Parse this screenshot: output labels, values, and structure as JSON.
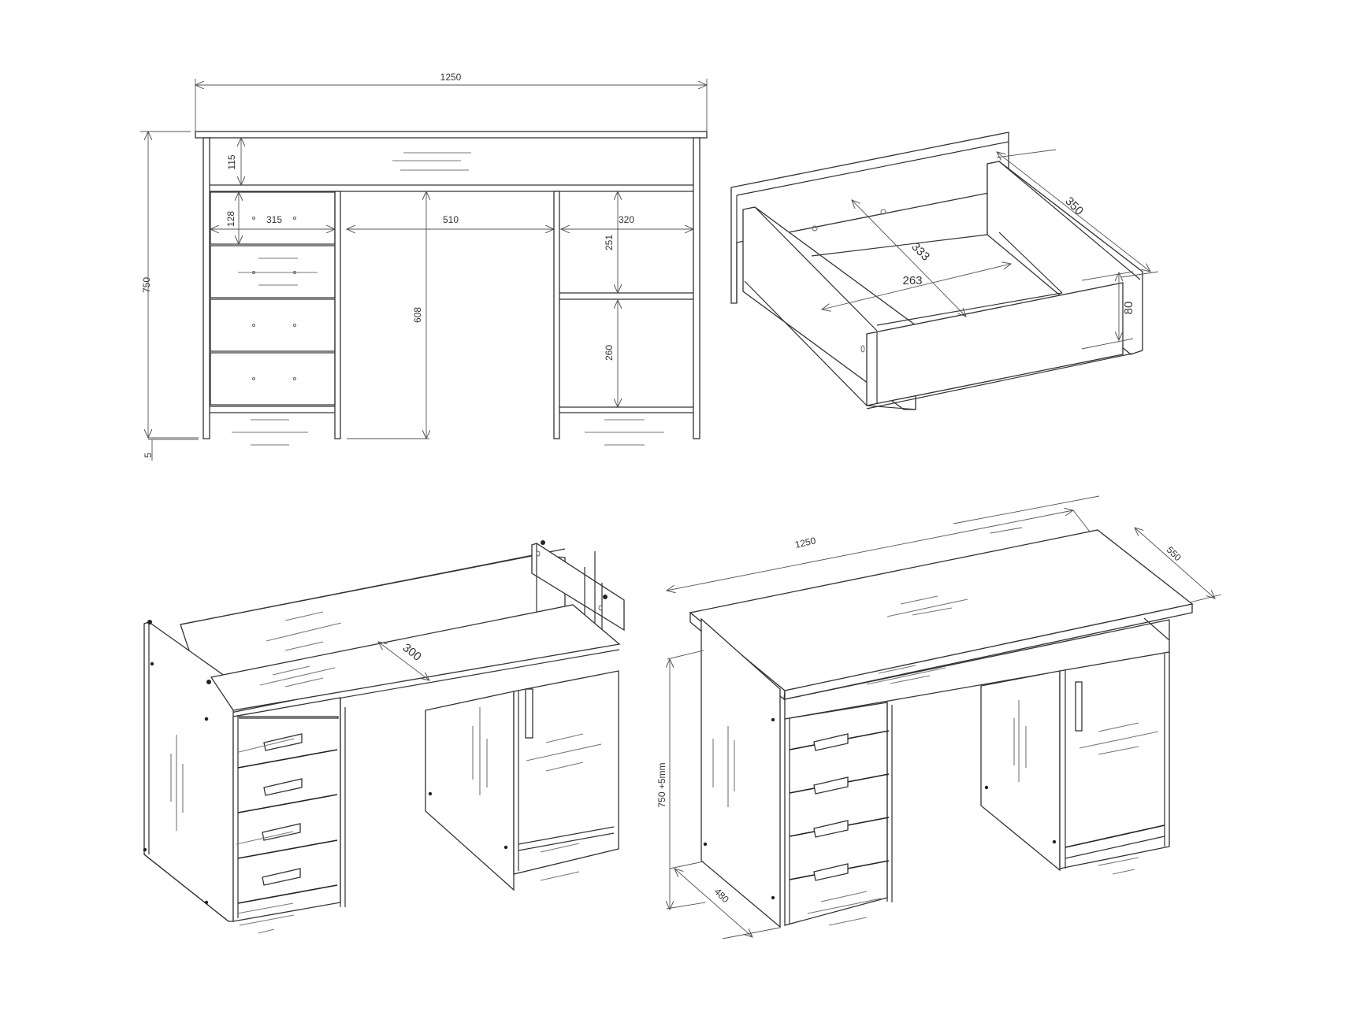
{
  "drawing": {
    "subject": "Desk technical drawing",
    "units": "mm"
  },
  "front_elevation": {
    "width_total": "1250",
    "height_total": "750",
    "foot_gap": "5",
    "top_drawer_height": "115",
    "small_drawer_height": "128",
    "drawer_width": "315",
    "knee_space_width": "510",
    "knee_space_height": "608",
    "cabinet_width": "320",
    "upper_compartment_height": "251",
    "lower_compartment_height": "260"
  },
  "drawer_detail": {
    "outer_depth": "350",
    "inner_depth": "333",
    "inner_width": "263",
    "height": "80"
  },
  "open_frame_iso": {
    "shelf_depth": "300"
  },
  "assembled_iso": {
    "width": "1250",
    "depth": "550",
    "height": "750 +5mm",
    "side_depth": "480"
  },
  "colors": {
    "line": "#333333",
    "dimension": "#555555",
    "background": "#ffffff"
  }
}
